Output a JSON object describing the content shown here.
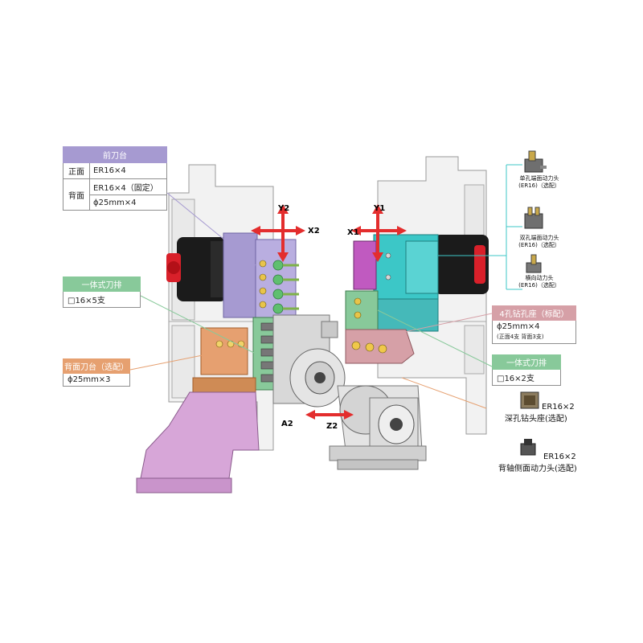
{
  "colors": {
    "front_table": "#a69ad1",
    "gang_green": "#88c99a",
    "back_table": "#e6a070",
    "drill_seat": "#d6a0a7",
    "cyan_head": "#3cc7c7",
    "purple_base": "#d7a6d8",
    "axis_red": "#e32d2d"
  },
  "axes": {
    "y2": "Y2",
    "x2": "X2",
    "y1": "Y1",
    "x1": "X1",
    "a2": "A2",
    "z2": "Z2"
  },
  "front_table": {
    "title": "前刀台",
    "row1_label": "正面",
    "row1_value": "ER16×4",
    "row2_label": "背面",
    "row2_value_a": "ER16×4（固定）",
    "row2_value_b": "ϕ25mm×4"
  },
  "gang_left": {
    "title": "一体式刀排",
    "value": "□16×5支"
  },
  "back_table": {
    "title": "背面刀台（选配）",
    "value": "ϕ25mm×3"
  },
  "drill_seat": {
    "title": "4孔钻孔座（标配）",
    "value": "ϕ25mm×4",
    "note": "(正面4支  背面3支)"
  },
  "gang_right": {
    "title": "一体式刀排",
    "value": "□16×2支"
  },
  "options_right": [
    {
      "line1": "单孔端面动力头",
      "line2": "(ER16)（选配）"
    },
    {
      "line1": "双孔端面动力头",
      "line2": "(ER16)（选配）"
    },
    {
      "line1": "横向动力头",
      "line2": "(ER16)（选配）"
    }
  ],
  "options_bottom": [
    {
      "spec": "ER16×2",
      "name": "深孔钻头座(选配)"
    },
    {
      "spec": "ER16×2",
      "name": "背轴侧面动力头(选配)"
    }
  ]
}
